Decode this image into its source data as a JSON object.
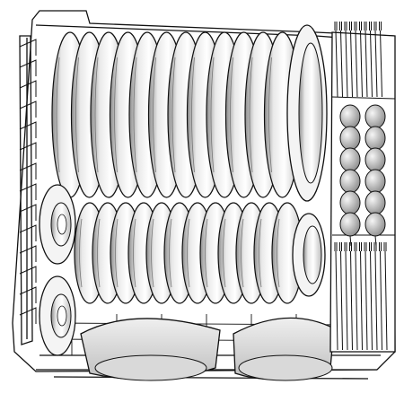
{
  "figure": {
    "subject": "dishwasher-lower-basket-loading-diagram",
    "line_color": "#111111",
    "fill_light": "#ffffff",
    "fill_mid": "#d9d9d9",
    "fill_dark": "#9a9a9a",
    "background": "#ffffff",
    "counts": {
      "large_plates": 12,
      "small_plates": 12,
      "side_saucers": 2,
      "bottom_bowls": 2,
      "spoons_column": 12,
      "fork_bundles": 2
    }
  }
}
